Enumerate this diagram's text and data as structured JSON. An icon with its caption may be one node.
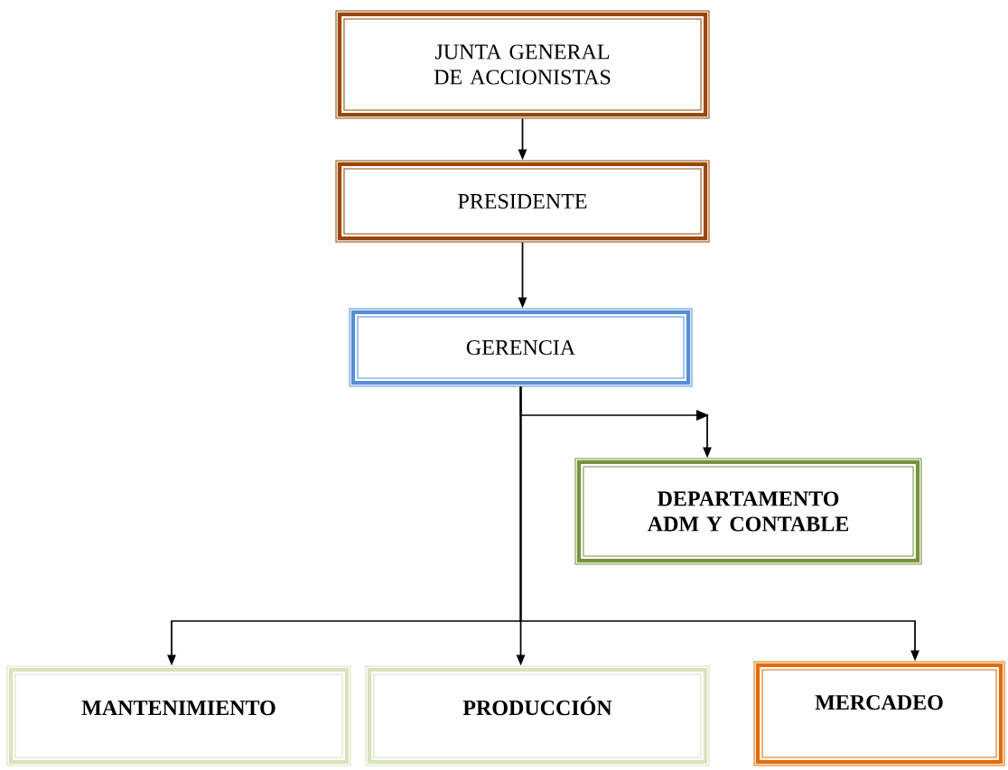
{
  "diagram": {
    "nodes": [
      {
        "text": [
          "JUNTA GENERAL DE ACCIONISTAS"
        ]
      },
      {
        "text": [
          "PRESIDENTE"
        ]
      },
      {
        "text": [
          "GERENCIA"
        ]
      },
      {
        "text": [
          "DEPARTAMENTO ADM Y CONTABLE"
        ]
      },
      {
        "text": [
          "MANTENIMIENTO"
        ]
      },
      {
        "text": [
          "PRODUCCIÓN"
        ]
      },
      {
        "text": [
          "MERCADEO"
        ]
      }
    ],
    "edges": [
      {
        "from": 0,
        "to": 1,
        "arrow": "to"
      },
      {
        "from": 1,
        "to": 2,
        "arrow": "to"
      },
      {
        "from": 2,
        "to": 3,
        "arrow": "to"
      },
      {
        "from": 2,
        "to": 4,
        "arrow": "to"
      },
      {
        "from": 2,
        "to": 5,
        "arrow": "to"
      },
      {
        "from": 2,
        "to": 6,
        "arrow": "to"
      }
    ]
  }
}
